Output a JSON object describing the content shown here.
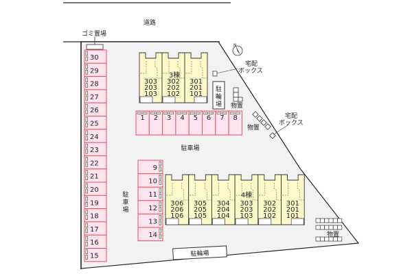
{
  "labels": {
    "road": "道路",
    "garbage": "ゴミ置場",
    "parking_main": "駐車場",
    "parking_left": [
      "駐",
      "車",
      "場"
    ],
    "bicycle_top": [
      "駐",
      "輪",
      "場"
    ],
    "bicycle_bottom": "駐輪場",
    "delivery_box_1": [
      "宅配",
      "ボックス"
    ],
    "delivery_box_2": [
      "宅配",
      "ボックス"
    ],
    "storage_1": "物置",
    "storage_2": "物置",
    "storage_3": "物置",
    "north": "N"
  },
  "building3": {
    "name": "3棟",
    "units": [
      [
        "303",
        "203",
        "103"
      ],
      [
        "302",
        "202",
        "102"
      ],
      [
        "301",
        "201",
        "101"
      ]
    ]
  },
  "building4": {
    "name": "4棟",
    "units": [
      [
        "306",
        "206",
        "106"
      ],
      [
        "305",
        "205",
        "105"
      ],
      [
        "304",
        "204",
        "104"
      ],
      [
        "303",
        "203",
        "103"
      ],
      [
        "302",
        "202",
        "102"
      ],
      [
        "301",
        "201",
        "101"
      ]
    ]
  },
  "parking": {
    "left_column": [
      "30",
      "29",
      "28",
      "27",
      "26",
      "25",
      "24",
      "23",
      "22",
      "21",
      "20",
      "19",
      "18",
      "17",
      "16",
      "15"
    ],
    "top_row": [
      "1",
      "2",
      "3",
      "4",
      "5",
      "6",
      "7",
      "8"
    ],
    "middle_column": [
      "9",
      "10",
      "11",
      "12",
      "13",
      "14"
    ]
  },
  "colors": {
    "parking_fill": "#fde4ee",
    "parking_stroke": "#e8505a",
    "building_fill": "#fdf8c8",
    "lot_fill": "#f2f2f2"
  }
}
